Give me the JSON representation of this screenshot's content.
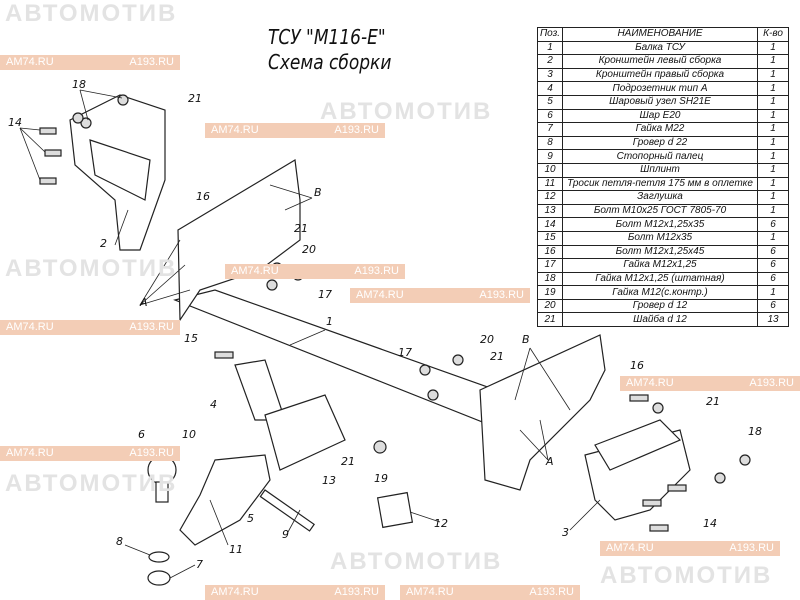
{
  "title": {
    "line1": "ТСУ \"M116-E\"",
    "line2": "Схема сборки"
  },
  "watermark": {
    "logo": "АВТОМОТИВ",
    "site1": "AM74.RU",
    "site2": "A193.RU"
  },
  "table": {
    "headers": [
      "Поз.",
      "НАИМЕНОВАНИЕ",
      "К-во"
    ],
    "rows": [
      [
        "1",
        "Балка ТСУ",
        "1"
      ],
      [
        "2",
        "Кронштейн левый сборка",
        "1"
      ],
      [
        "3",
        "Кронштейн правый сборка",
        "1"
      ],
      [
        "4",
        "Подрозетник тип А",
        "1"
      ],
      [
        "5",
        "Шаровый узел SH21E",
        "1"
      ],
      [
        "6",
        "Шар E20",
        "1"
      ],
      [
        "7",
        "Гайка M22",
        "1"
      ],
      [
        "8",
        "Гровер d 22",
        "1"
      ],
      [
        "9",
        "Стопорный палец",
        "1"
      ],
      [
        "10",
        "Шплинт",
        "1"
      ],
      [
        "11",
        "Тросик петля-петля 175 мм в оплетке",
        "1"
      ],
      [
        "12",
        "Заглушка",
        "1"
      ],
      [
        "13",
        "Болт M10x25 ГОСТ 7805-70",
        "1"
      ],
      [
        "14",
        "Болт M12x1,25x35",
        "6"
      ],
      [
        "15",
        "Болт M12x35",
        "1"
      ],
      [
        "16",
        "Болт M12x1,25x45",
        "6"
      ],
      [
        "17",
        "Гайка M12x1,25",
        "6"
      ],
      [
        "18",
        "Гайка M12x1,25 (штатная)",
        "6"
      ],
      [
        "19",
        "Гайка M12(с.контр.)",
        "1"
      ],
      [
        "20",
        "Гровер d 12",
        "6"
      ],
      [
        "21",
        "Шайба d 12",
        "13"
      ]
    ]
  },
  "callouts": [
    "18",
    "14",
    "21",
    "16",
    "2",
    "B",
    "21",
    "20",
    "17",
    "A",
    "1",
    "15",
    "4",
    "17",
    "20",
    "21",
    "B",
    "6",
    "10",
    "13",
    "21",
    "19",
    "5",
    "11",
    "9",
    "12",
    "8",
    "7",
    "16",
    "21",
    "A",
    "18",
    "3",
    "14"
  ]
}
